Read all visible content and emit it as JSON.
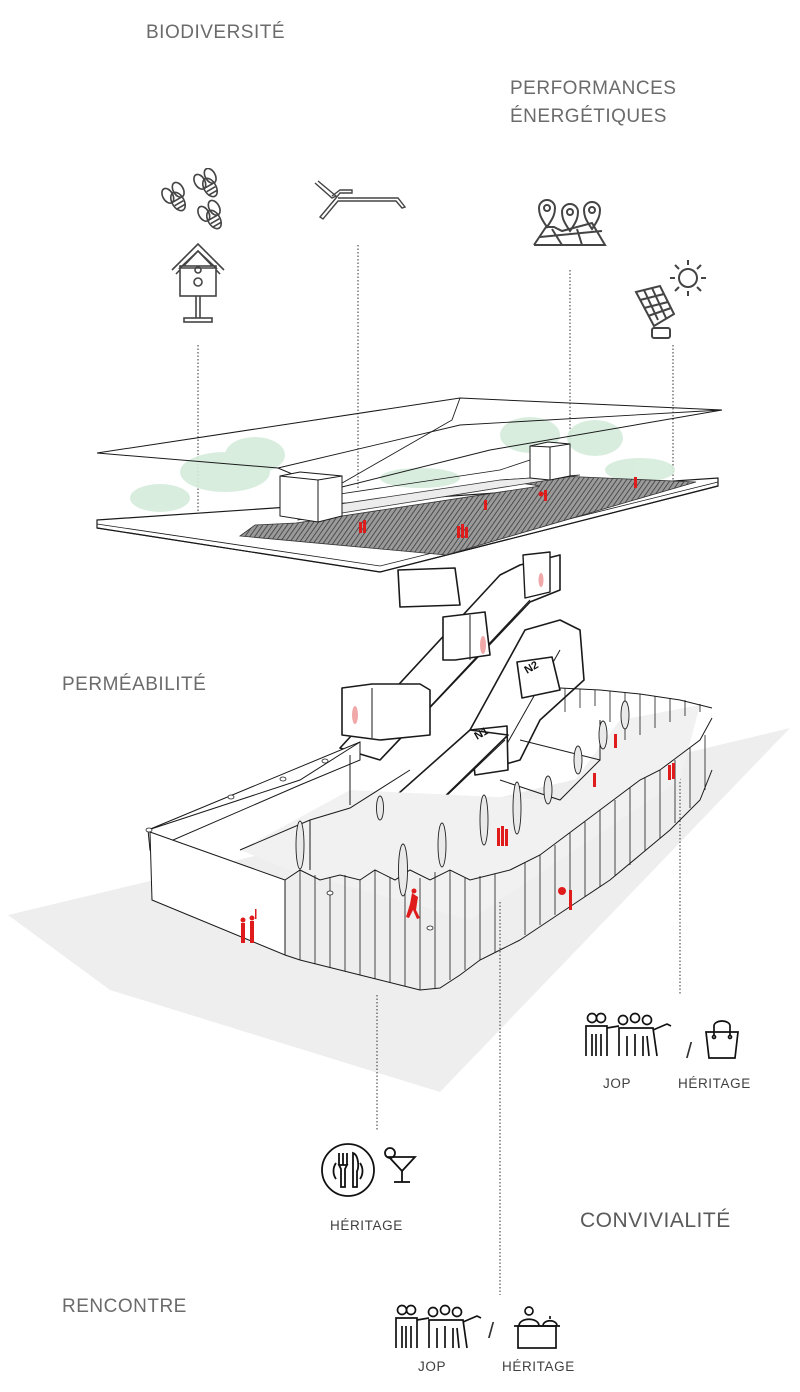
{
  "themes": {
    "biodiversite": "BIODIVERSITÉ",
    "performances_line1": "PERFORMANCES",
    "performances_line2": "ÉNERGÉTIQUES",
    "permeabilite": "PERMÉABILITÉ",
    "convivialite": "CONVIVIALITÉ",
    "rencontre": "RENCONTRE"
  },
  "icon_groups": {
    "restauration": {
      "caption": "HÉRITAGE",
      "icons": [
        "dining-plate-icon",
        "cocktail-icon"
      ]
    },
    "right_group": {
      "left_caption": "JOP",
      "separator": "/",
      "right_caption": "HÉRITAGE",
      "icons": [
        "group-people-icon",
        "shopping-bag-icon"
      ]
    },
    "bottom_group": {
      "left_caption": "JOP",
      "separator": "/",
      "right_caption": "HÉRITAGE",
      "icons": [
        "group-people-icon",
        "reception-desk-icon"
      ]
    },
    "top_icons": [
      "bees-icon",
      "birdhouse-icon",
      "deck-chair-icon",
      "map-pins-icon",
      "solar-panel-icon"
    ]
  },
  "diagram": {
    "level_labels": [
      "N1",
      "N2"
    ],
    "colors": {
      "line": "#1a1a1a",
      "people": "#e01b1b",
      "people_faded": "#f0a8a8",
      "ground_shadow": "#eeeeee",
      "vegetation": "#cfe9d6",
      "roof_deck": "#6f6f6f",
      "text": "#6b6b6b"
    }
  }
}
